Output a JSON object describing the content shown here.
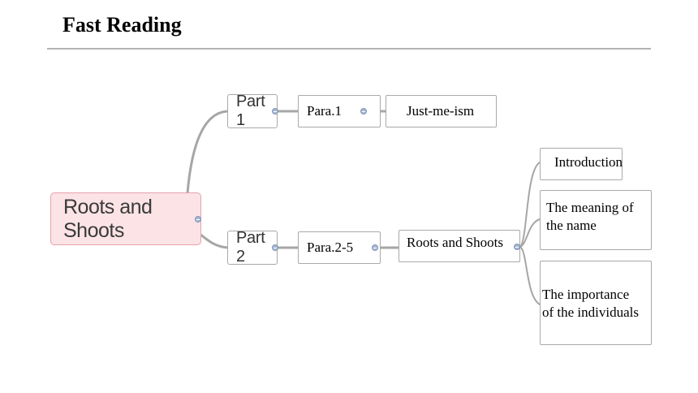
{
  "title": "Fast Reading",
  "diagram": {
    "root": "Roots and Shoots",
    "parts": [
      {
        "label": "Part 1",
        "para": "Para.1",
        "summary": "Just-me-ism",
        "details": []
      },
      {
        "label": "Part 2",
        "para": "Para.2-5",
        "summary": "Roots and Shoots",
        "details": [
          {
            "line1": "Introduction",
            "line2": ""
          },
          {
            "line1": "The meaning of",
            "line2": "the name"
          },
          {
            "line1": "The importance",
            "line2": "of the individuals"
          }
        ]
      }
    ]
  },
  "colors": {
    "root_fill": "#fbe3e6",
    "root_border": "#e6a2aa",
    "connector": "#a6a6a6",
    "collapse_dot": "#a7b8d3"
  }
}
